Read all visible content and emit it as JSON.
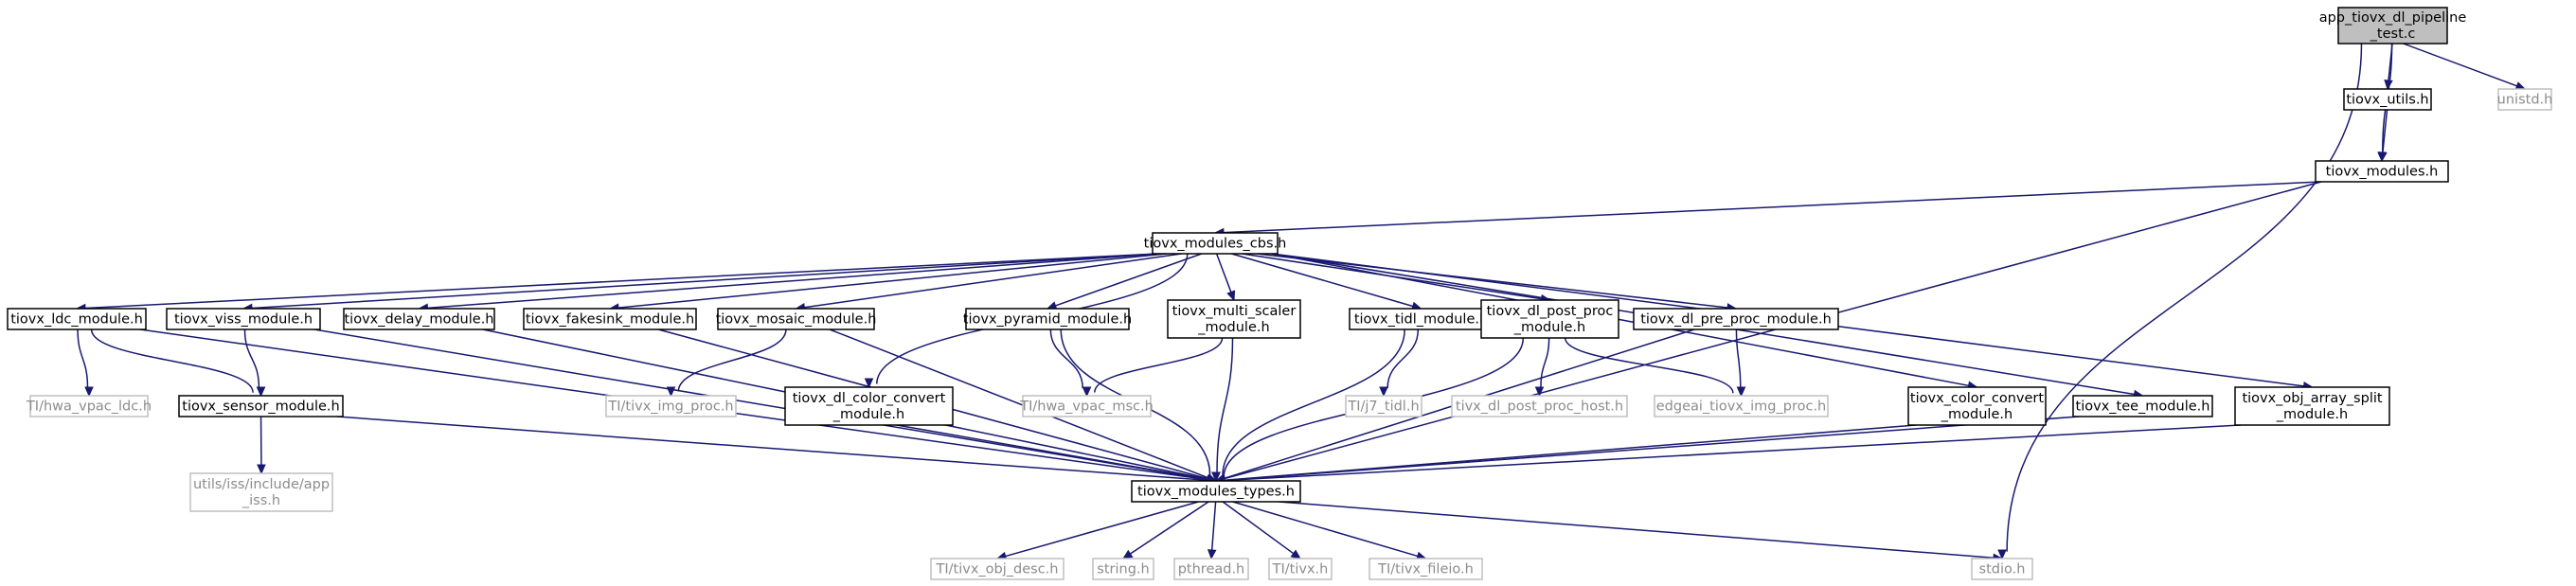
{
  "graph": {
    "nodes": {
      "root": {
        "lines": [
          "app_tiovx_dl_pipeline",
          "_test.c"
        ],
        "kind": "root"
      },
      "unistd": {
        "lines": [
          "unistd.h"
        ],
        "kind": "sys"
      },
      "utils": {
        "lines": [
          "tiovx_utils.h"
        ],
        "kind": "local"
      },
      "modules": {
        "lines": [
          "tiovx_modules.h"
        ],
        "kind": "local"
      },
      "cbs": {
        "lines": [
          "tiovx_modules_cbs.h"
        ],
        "kind": "local"
      },
      "ldc": {
        "lines": [
          "tiovx_ldc_module.h"
        ],
        "kind": "local"
      },
      "viss": {
        "lines": [
          "tiovx_viss_module.h"
        ],
        "kind": "local"
      },
      "delay": {
        "lines": [
          "tiovx_delay_module.h"
        ],
        "kind": "local"
      },
      "fakesink": {
        "lines": [
          "tiovx_fakesink_module.h"
        ],
        "kind": "local"
      },
      "mosaic": {
        "lines": [
          "tiovx_mosaic_module.h"
        ],
        "kind": "local"
      },
      "pyramid": {
        "lines": [
          "tiovx_pyramid_module.h"
        ],
        "kind": "local"
      },
      "multiscaler": {
        "lines": [
          "tiovx_multi_scaler",
          "_module.h"
        ],
        "kind": "local"
      },
      "tidl": {
        "lines": [
          "tiovx_tidl_module.h"
        ],
        "kind": "local"
      },
      "postproc": {
        "lines": [
          "tiovx_dl_post_proc",
          "_module.h"
        ],
        "kind": "local"
      },
      "preproc": {
        "lines": [
          "tiovx_dl_pre_proc_module.h"
        ],
        "kind": "local"
      },
      "colorconv": {
        "lines": [
          "tiovx_color_convert",
          "_module.h"
        ],
        "kind": "local"
      },
      "tee": {
        "lines": [
          "tiovx_tee_module.h"
        ],
        "kind": "local"
      },
      "objsplit": {
        "lines": [
          "tiovx_obj_array_split",
          "_module.h"
        ],
        "kind": "local"
      },
      "hwaldc": {
        "lines": [
          "TI/hwa_vpac_ldc.h"
        ],
        "kind": "sys"
      },
      "sensor": {
        "lines": [
          "tiovx_sensor_module.h"
        ],
        "kind": "local"
      },
      "imgproc": {
        "lines": [
          "TI/tivx_img_proc.h"
        ],
        "kind": "sys"
      },
      "dlcolor": {
        "lines": [
          "tiovx_dl_color_convert",
          "_module.h"
        ],
        "kind": "local"
      },
      "hwamsc": {
        "lines": [
          "TI/hwa_vpac_msc.h"
        ],
        "kind": "sys"
      },
      "j7tidl": {
        "lines": [
          "TI/j7_tidl.h"
        ],
        "kind": "sys"
      },
      "pphost": {
        "lines": [
          "tivx_dl_post_proc_host.h"
        ],
        "kind": "sys"
      },
      "edgeai": {
        "lines": [
          "edgeai_tiovx_img_proc.h"
        ],
        "kind": "sys"
      },
      "appiss": {
        "lines": [
          "utils/iss/include/app",
          "_iss.h"
        ],
        "kind": "sys"
      },
      "types": {
        "lines": [
          "tiovx_modules_types.h"
        ],
        "kind": "local"
      },
      "objdesc": {
        "lines": [
          "TI/tivx_obj_desc.h"
        ],
        "kind": "sys"
      },
      "string": {
        "lines": [
          "string.h"
        ],
        "kind": "sys"
      },
      "pthread": {
        "lines": [
          "pthread.h"
        ],
        "kind": "sys"
      },
      "tivx": {
        "lines": [
          "TI/tivx.h"
        ],
        "kind": "sys"
      },
      "fileio": {
        "lines": [
          "TI/tivx_fileio.h"
        ],
        "kind": "sys"
      },
      "stdio": {
        "lines": [
          "stdio.h"
        ],
        "kind": "sys"
      }
    },
    "edges": [
      [
        "root",
        "utils"
      ],
      [
        "root",
        "unistd"
      ],
      [
        "root",
        "modules"
      ],
      [
        "root",
        "stdio"
      ],
      [
        "utils",
        "modules"
      ],
      [
        "modules",
        "cbs"
      ],
      [
        "modules",
        "types"
      ],
      [
        "cbs",
        "ldc"
      ],
      [
        "cbs",
        "viss"
      ],
      [
        "cbs",
        "delay"
      ],
      [
        "cbs",
        "fakesink"
      ],
      [
        "cbs",
        "mosaic"
      ],
      [
        "cbs",
        "dlcolor"
      ],
      [
        "cbs",
        "pyramid"
      ],
      [
        "cbs",
        "multiscaler"
      ],
      [
        "cbs",
        "tidl"
      ],
      [
        "cbs",
        "postproc"
      ],
      [
        "cbs",
        "preproc"
      ],
      [
        "cbs",
        "colorconv"
      ],
      [
        "cbs",
        "tee"
      ],
      [
        "cbs",
        "objsplit"
      ],
      [
        "ldc",
        "hwaldc"
      ],
      [
        "ldc",
        "sensor"
      ],
      [
        "ldc",
        "types"
      ],
      [
        "viss",
        "sensor"
      ],
      [
        "viss",
        "types"
      ],
      [
        "delay",
        "types"
      ],
      [
        "fakesink",
        "types"
      ],
      [
        "mosaic",
        "imgproc"
      ],
      [
        "mosaic",
        "types"
      ],
      [
        "pyramid",
        "hwamsc"
      ],
      [
        "pyramid",
        "types"
      ],
      [
        "multiscaler",
        "hwamsc"
      ],
      [
        "multiscaler",
        "types"
      ],
      [
        "tidl",
        "j7tidl"
      ],
      [
        "tidl",
        "types"
      ],
      [
        "postproc",
        "pphost"
      ],
      [
        "postproc",
        "edgeai"
      ],
      [
        "postproc",
        "types"
      ],
      [
        "preproc",
        "edgeai"
      ],
      [
        "preproc",
        "types"
      ],
      [
        "colorconv",
        "types"
      ],
      [
        "tee",
        "types"
      ],
      [
        "objsplit",
        "types"
      ],
      [
        "dlcolor",
        "types"
      ],
      [
        "sensor",
        "appiss"
      ],
      [
        "sensor",
        "types"
      ],
      [
        "types",
        "objdesc"
      ],
      [
        "types",
        "string"
      ],
      [
        "types",
        "pthread"
      ],
      [
        "types",
        "tivx"
      ],
      [
        "types",
        "fileio"
      ],
      [
        "types",
        "stdio"
      ]
    ]
  }
}
